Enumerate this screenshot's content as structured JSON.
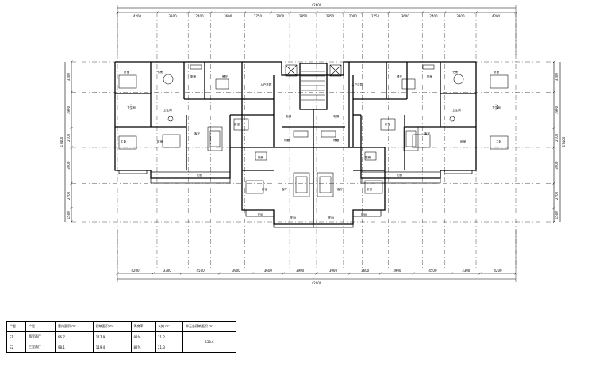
{
  "dims": {
    "top_total": "42600",
    "top_segments": [
      "4200",
      "3300",
      "2400",
      "3600",
      "2750",
      "2000",
      "2850",
      "2850",
      "2000",
      "2750",
      "3600",
      "2400",
      "3300",
      "4200"
    ],
    "bottom_total": "42000",
    "bottom_segments": [
      "4200",
      "3300",
      "4500",
      "3900",
      "3600",
      "3900",
      "3900",
      "3600",
      "3900",
      "4500",
      "3300",
      "4200"
    ],
    "left_total": "17400",
    "left_segments": [
      "3300",
      "3900",
      "2100",
      "3900",
      "2700",
      "1500"
    ],
    "right_total": "17400",
    "right_segments": [
      "3300",
      "3900",
      "2100",
      "3900",
      "2700",
      "1500"
    ]
  },
  "rooms": {
    "bedroom": "卧室",
    "master": "主卧",
    "living": "客厅",
    "dining": "餐厅",
    "kitchen": "厨房",
    "bath": "卫生间",
    "balcony": "阳台",
    "study": "书房",
    "storage": "储藏",
    "elevator": "电梯",
    "lobby": "入户花园"
  },
  "area_table": {
    "headers": [
      "户型",
      "户型",
      "套内面积 m²",
      "建筑面积 m²",
      "得房率",
      "公摊 m²",
      "单元总建筑面积 m²"
    ],
    "rows": [
      [
        "E1",
        "两室两厅",
        "96.7",
        "117.9",
        "82%",
        "21.2"
      ],
      [
        "E2",
        "三室两厅",
        "98.1",
        "119.4",
        "82%",
        "21.3"
      ]
    ],
    "total": "530.6"
  }
}
